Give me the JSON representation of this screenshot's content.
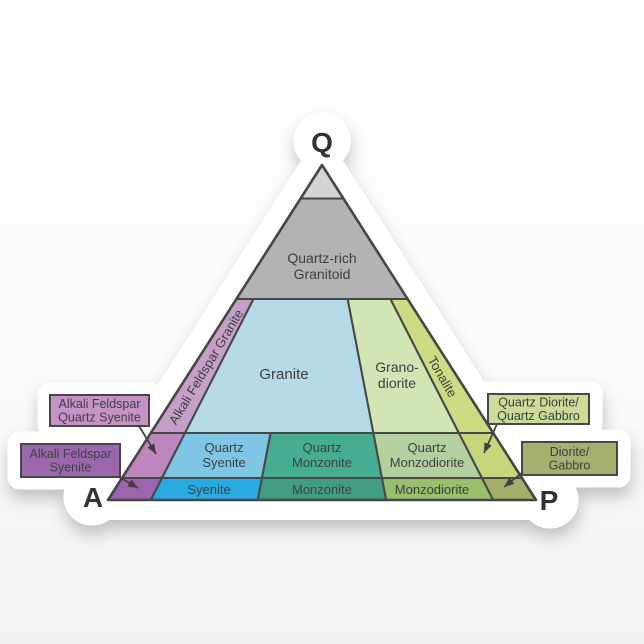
{
  "sticker": {
    "corners": {
      "top": "Q",
      "bottom_left": "A",
      "bottom_right": "P"
    },
    "line_color": "#474747",
    "text_color": "#3c4142",
    "regions": {
      "quartzolite": {
        "label": "",
        "color": "#d3d4d6"
      },
      "quartz_rich_granitoid": {
        "line1": "Quartz-rich",
        "line2": "Granitoid",
        "color": "#b2b3b5"
      },
      "alkali_feldspar_granite": {
        "label": "Alkali Feldspar Granite",
        "color": "#c59fc7"
      },
      "granite": {
        "label": "Granite",
        "color": "#b6d9e7"
      },
      "granodiorite": {
        "line1": "Grano-",
        "line2": "diorite",
        "color": "#d2e5b4"
      },
      "tonalite": {
        "label": "Tonalite",
        "color": "#cbdc82"
      },
      "alkali_feldspar_quartz_syenite_field": {
        "color": "#bd86bc"
      },
      "quartz_syenite": {
        "line1": "Quartz",
        "line2": "Syenite",
        "color": "#7fc5e4"
      },
      "quartz_monzonite": {
        "line1": "Quartz",
        "line2": "Monzonite",
        "color": "#45ad92"
      },
      "quartz_monzodiorite": {
        "line1": "Quartz",
        "line2": "Monzodiorite",
        "color": "#b3d09e"
      },
      "quartz_diorite_field": {
        "color": "#c6d67b"
      },
      "alkali_feldspar_syenite_field": {
        "color": "#9c64ad"
      },
      "syenite": {
        "label": "Syenite",
        "color": "#29abe2"
      },
      "monzonite": {
        "label": "Monzonite",
        "color": "#449b83"
      },
      "monzodiorite": {
        "label": "Monzodiorite",
        "color": "#97bf6c"
      },
      "diorite_gabbro_field": {
        "color": "#a5ae6b"
      }
    },
    "callouts": {
      "afqs": {
        "line1": "Alkali Feldspar",
        "line2": "Quartz Syenite",
        "fill": "#c793c5"
      },
      "afs": {
        "line1": "Alkali Feldspar",
        "line2": "Syenite",
        "fill": "#9b68ae"
      },
      "qdqg": {
        "line1": "Quartz Diorite/",
        "line2": "Quartz Gabbro",
        "fill": "#cbdc98"
      },
      "dg": {
        "line1": "Diorite/",
        "line2": "Gabbro",
        "fill": "#a7b06f"
      }
    }
  },
  "chart_data": {
    "type": "ternary",
    "axes": {
      "top": "Q",
      "bottom_left": "A",
      "bottom_right": "P"
    },
    "legend_position": "none",
    "fields": [
      {
        "name": "Quartz-rich Granitoid",
        "quartz_pct": [
          60,
          90
        ],
        "plagioclase_ratio_pct": [
          0,
          100
        ]
      },
      {
        "name": "Alkali Feldspar Granite",
        "quartz_pct": [
          20,
          60
        ],
        "plagioclase_ratio_pct": [
          0,
          10
        ]
      },
      {
        "name": "Granite",
        "quartz_pct": [
          20,
          60
        ],
        "plagioclase_ratio_pct": [
          10,
          65
        ]
      },
      {
        "name": "Granodiorite",
        "quartz_pct": [
          20,
          60
        ],
        "plagioclase_ratio_pct": [
          65,
          90
        ]
      },
      {
        "name": "Tonalite",
        "quartz_pct": [
          20,
          60
        ],
        "plagioclase_ratio_pct": [
          90,
          100
        ]
      },
      {
        "name": "Alkali Feldspar Quartz Syenite",
        "quartz_pct": [
          5,
          20
        ],
        "plagioclase_ratio_pct": [
          0,
          10
        ]
      },
      {
        "name": "Quartz Syenite",
        "quartz_pct": [
          5,
          20
        ],
        "plagioclase_ratio_pct": [
          10,
          35
        ]
      },
      {
        "name": "Quartz Monzonite",
        "quartz_pct": [
          5,
          20
        ],
        "plagioclase_ratio_pct": [
          35,
          65
        ]
      },
      {
        "name": "Quartz Monzodiorite",
        "quartz_pct": [
          5,
          20
        ],
        "plagioclase_ratio_pct": [
          65,
          90
        ]
      },
      {
        "name": "Quartz Diorite/Quartz Gabbro",
        "quartz_pct": [
          5,
          20
        ],
        "plagioclase_ratio_pct": [
          90,
          100
        ]
      },
      {
        "name": "Alkali Feldspar Syenite",
        "quartz_pct": [
          0,
          5
        ],
        "plagioclase_ratio_pct": [
          0,
          10
        ]
      },
      {
        "name": "Syenite",
        "quartz_pct": [
          0,
          5
        ],
        "plagioclase_ratio_pct": [
          10,
          35
        ]
      },
      {
        "name": "Monzonite",
        "quartz_pct": [
          0,
          5
        ],
        "plagioclase_ratio_pct": [
          35,
          65
        ]
      },
      {
        "name": "Monzodiorite",
        "quartz_pct": [
          0,
          5
        ],
        "plagioclase_ratio_pct": [
          65,
          90
        ]
      },
      {
        "name": "Diorite/Gabbro",
        "quartz_pct": [
          0,
          5
        ],
        "plagioclase_ratio_pct": [
          90,
          100
        ]
      }
    ]
  }
}
